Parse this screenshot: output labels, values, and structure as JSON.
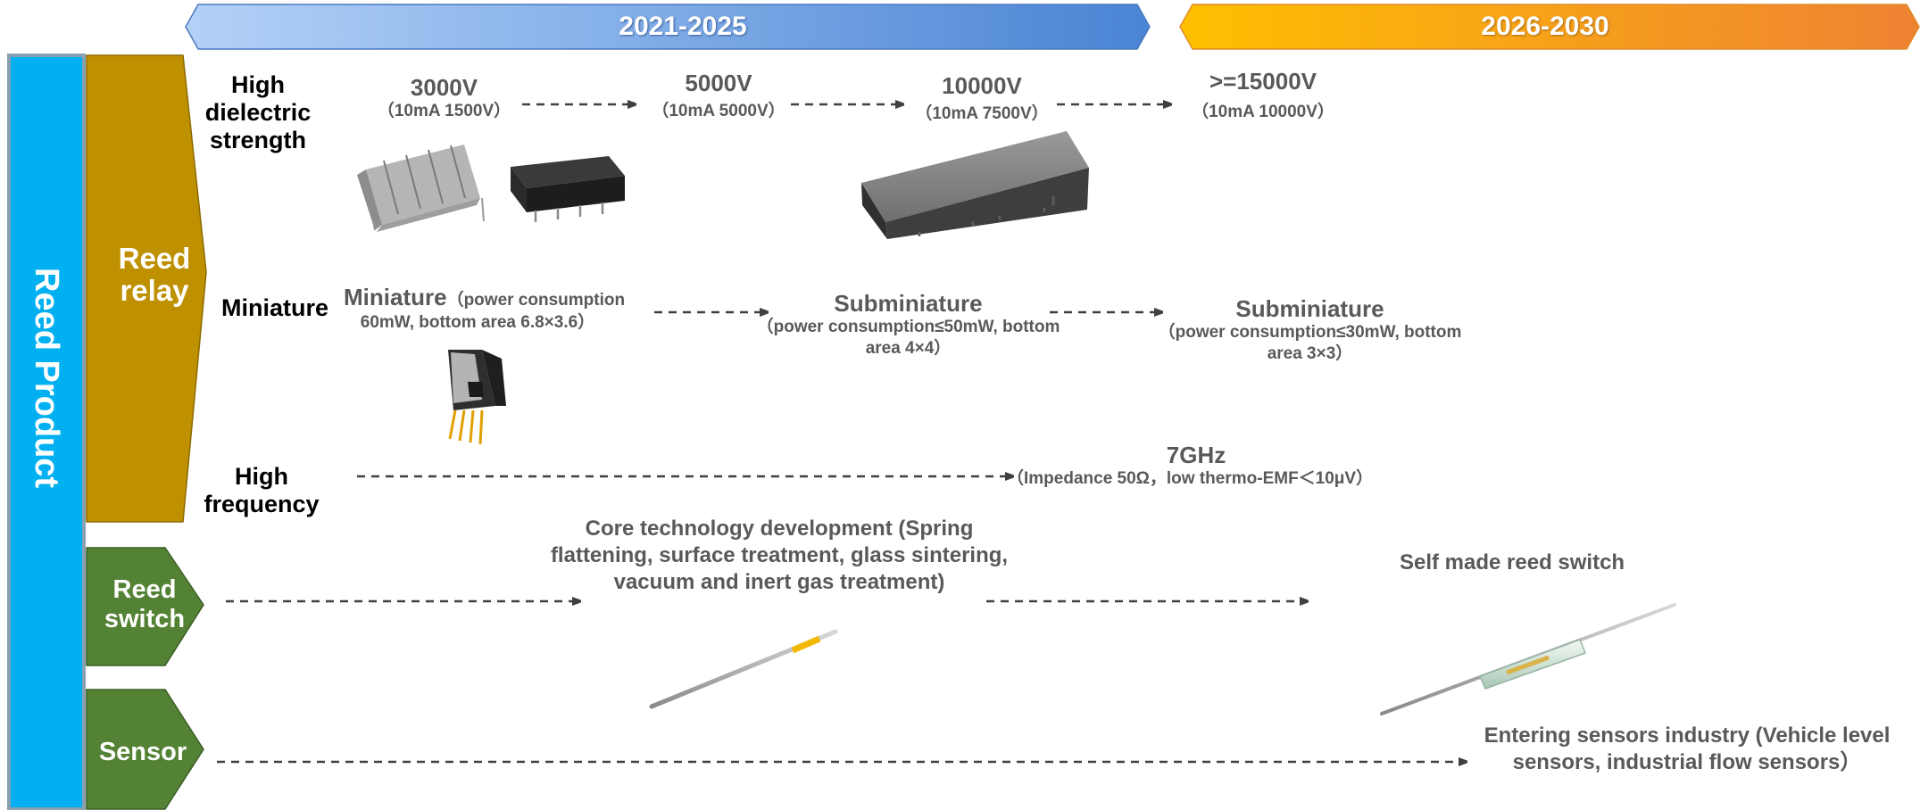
{
  "timeline": {
    "period_1": "2021-2025",
    "period_2": "2026-2030"
  },
  "categories": {
    "main": "Reed Product",
    "reed_relay": "Reed relay",
    "reed_switch": "Reed switch",
    "sensor": "Sensor"
  },
  "rows": {
    "dielectric": {
      "label": "High dielectric strength",
      "steps": [
        {
          "title": "3000V",
          "detail": "（10mA  1500V）"
        },
        {
          "title": "5000V",
          "detail": "（10mA 5000V）"
        },
        {
          "title": "10000V",
          "detail": "（10mA 7500V）"
        },
        {
          "title": ">=15000V",
          "detail": "（10mA 10000V）"
        }
      ]
    },
    "miniature": {
      "label": "Miniature",
      "steps": [
        {
          "title": "Miniature",
          "detail_1": "（power consumption",
          "detail_2": "60mW, bottom area 6.8×3.6）"
        },
        {
          "title": "Subminiature",
          "detail": "（power consumption≤50mW, bottom area 4×4）"
        },
        {
          "title": "Subminiature",
          "detail": "（power consumption≤30mW, bottom area 3×3）"
        }
      ]
    },
    "frequency": {
      "label": "High frequency",
      "title": "7GHz",
      "detail": "（Impedance 50Ω，low thermo-EMF＜10μV）"
    },
    "reed_switch": {
      "core": "Core technology development (Spring flattening, surface treatment, glass sintering, vacuum and inert gas treatment)",
      "self_made": "Self made reed switch"
    },
    "sensor": {
      "entering": "Entering sensors industry (Vehicle level sensors, industrial flow sensors）"
    }
  },
  "colors": {
    "period_1_start": "#a9cbf6",
    "period_1_end": "#4a86d6",
    "period_2_start": "#ffc000",
    "period_2_end": "#ed7d31",
    "main_bar": "#00b0f0",
    "reed_relay": "#bf9000",
    "reed_switch_sensor": "#548235"
  }
}
